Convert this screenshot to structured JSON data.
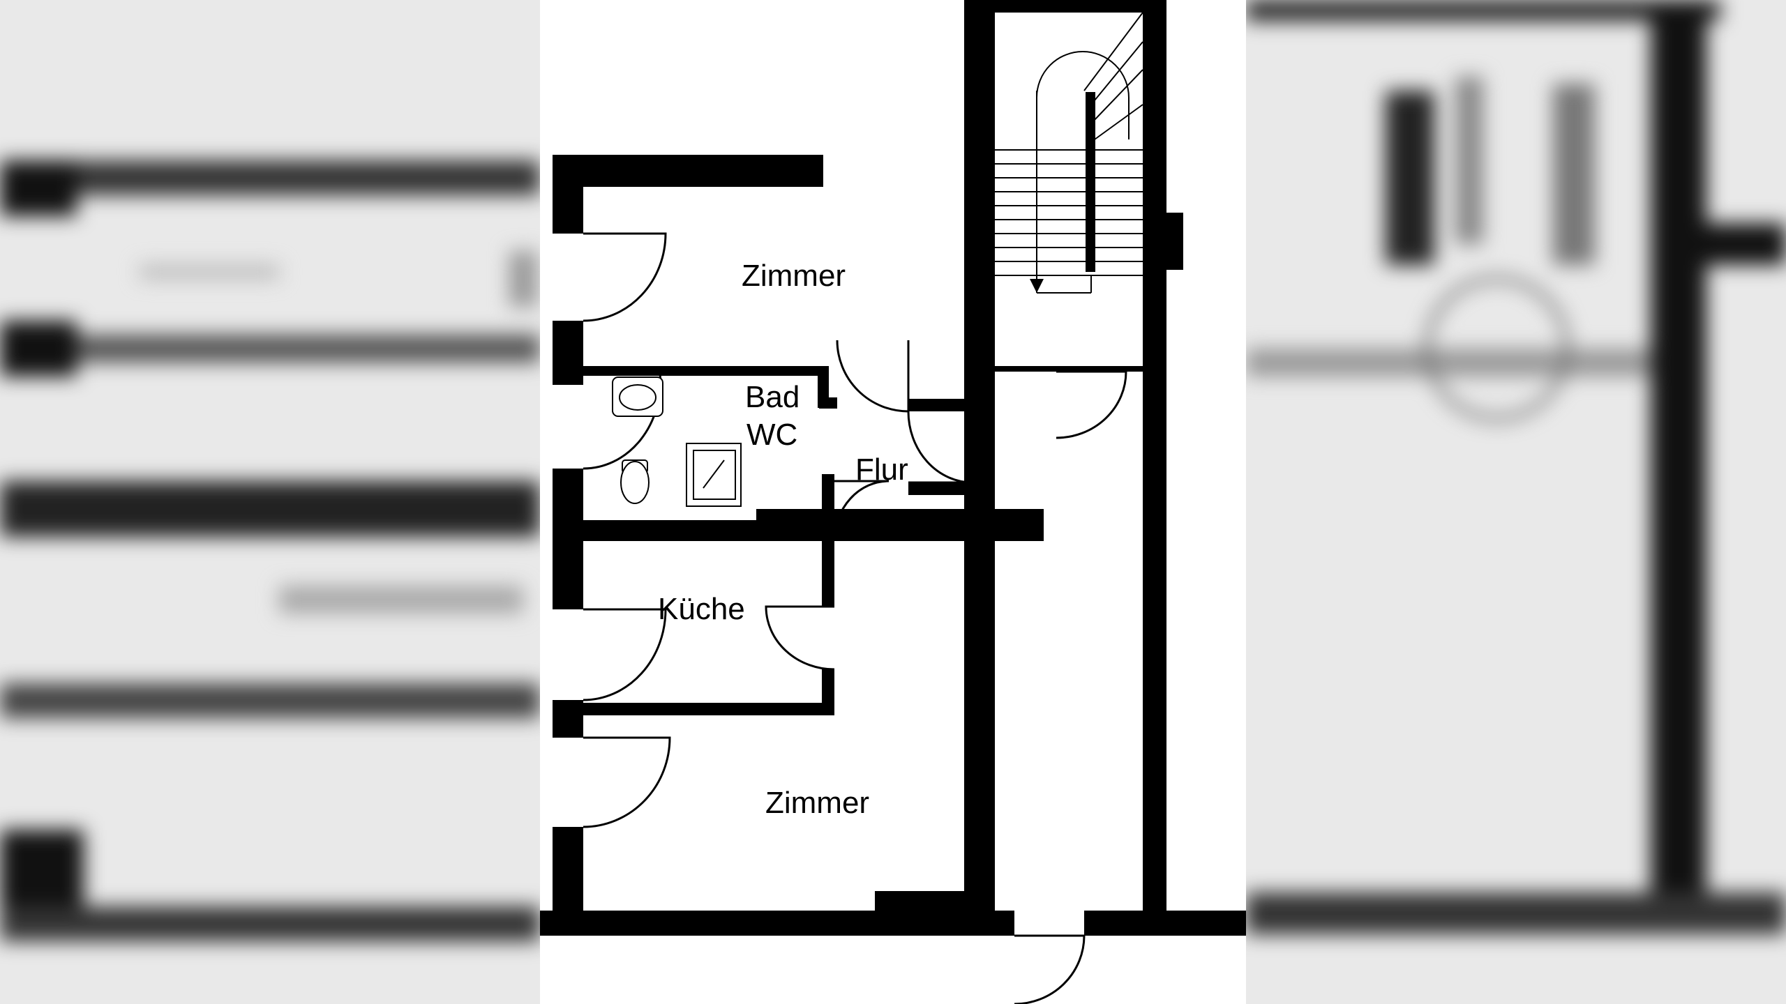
{
  "floor_plan": {
    "rooms": [
      {
        "id": "zimmer-top",
        "label": "Zimmer"
      },
      {
        "id": "bad-wc",
        "label": "Bad\nWC"
      },
      {
        "id": "flur",
        "label": "Flur"
      },
      {
        "id": "kueche",
        "label": "Küche"
      },
      {
        "id": "zimmer-bottom",
        "label": "Zimmer"
      }
    ],
    "colors": {
      "wall": "#000000",
      "background": "#ffffff",
      "blur_background": "#e9e9e9"
    }
  }
}
